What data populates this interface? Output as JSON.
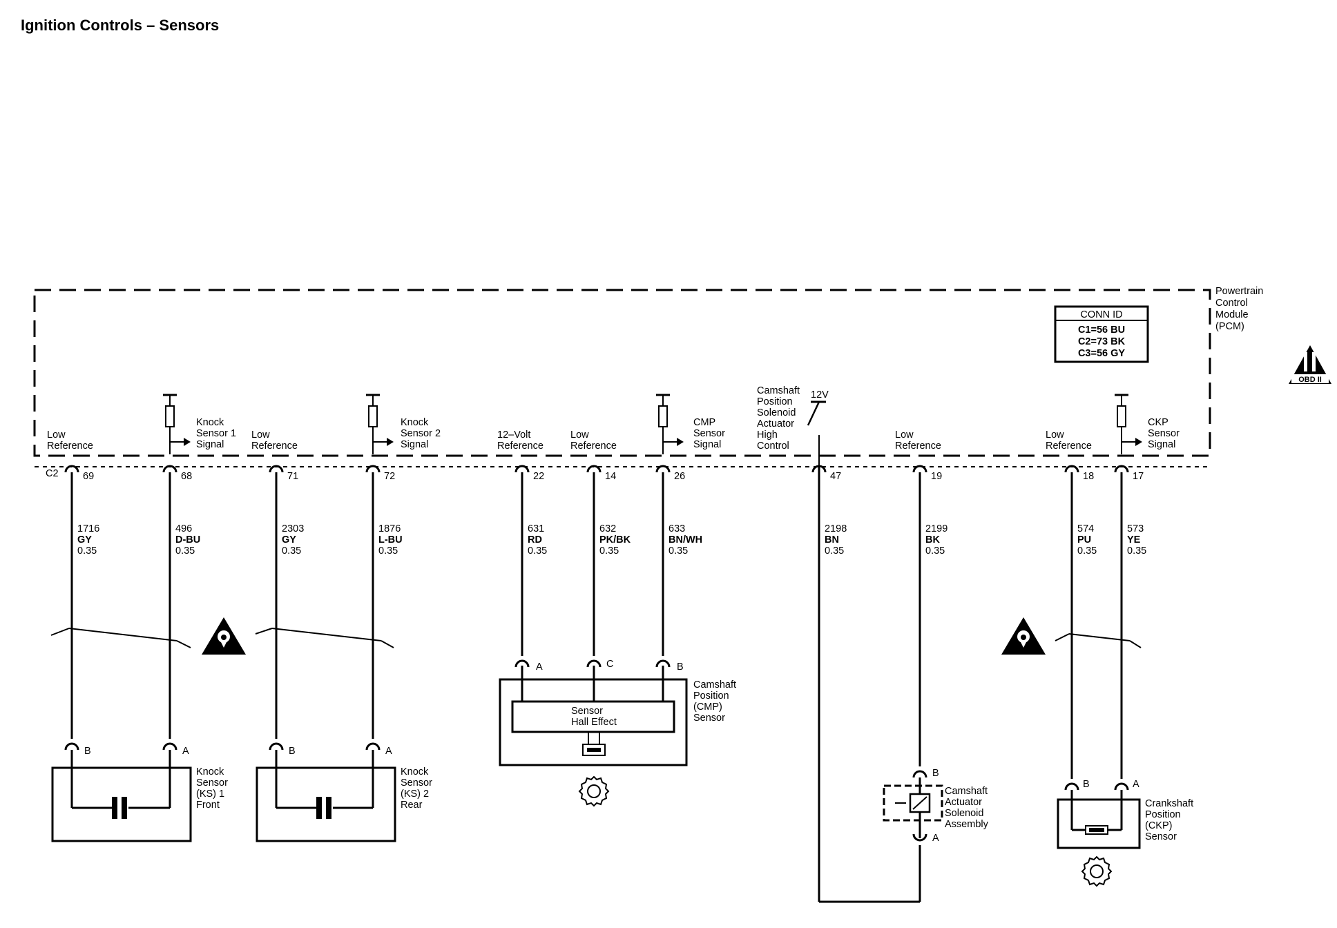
{
  "title": "Ignition Controls – Sensors",
  "pcm": {
    "name_lines": [
      "Powertrain",
      "Control",
      "Module",
      "(PCM)"
    ],
    "connector_label": "C2",
    "conn_id": {
      "header": "CONN ID",
      "rows": [
        "C1=56 BU",
        "C2=73 BK",
        "C3=56 GY"
      ]
    },
    "obd_label": "OBD II",
    "pin_labels": {
      "low_reference": [
        "Low",
        "Reference"
      ],
      "ks1_signal": [
        "Knock",
        "Sensor 1",
        "Signal"
      ],
      "ks2_signal": [
        "Knock",
        "Sensor 2",
        "Signal"
      ],
      "volt12_reference": [
        "12–Volt",
        "Reference"
      ],
      "cmp_signal": [
        "CMP",
        "Sensor",
        "Signal"
      ],
      "cam_actuator_control": [
        "Camshaft",
        "Position",
        "Solenoid",
        "Actuator",
        "High",
        "Control"
      ],
      "ckp_signal": [
        "CKP",
        "Sensor",
        "Signal"
      ],
      "supply_12v": "12V"
    }
  },
  "circuits": [
    {
      "pin": "69",
      "circuit": "1716",
      "color": "GY",
      "gauge": "0.35"
    },
    {
      "pin": "68",
      "circuit": "496",
      "color": "D-BU",
      "gauge": "0.35"
    },
    {
      "pin": "71",
      "circuit": "2303",
      "color": "GY",
      "gauge": "0.35"
    },
    {
      "pin": "72",
      "circuit": "1876",
      "color": "L-BU",
      "gauge": "0.35"
    },
    {
      "pin": "22",
      "circuit": "631",
      "color": "RD",
      "gauge": "0.35"
    },
    {
      "pin": "14",
      "circuit": "632",
      "color": "PK/BK",
      "gauge": "0.35"
    },
    {
      "pin": "26",
      "circuit": "633",
      "color": "BN/WH",
      "gauge": "0.35"
    },
    {
      "pin": "47",
      "circuit": "2198",
      "color": "BN",
      "gauge": "0.35"
    },
    {
      "pin": "19",
      "circuit": "2199",
      "color": "BK",
      "gauge": "0.35"
    },
    {
      "pin": "18",
      "circuit": "574",
      "color": "PU",
      "gauge": "0.35"
    },
    {
      "pin": "17",
      "circuit": "573",
      "color": "YE",
      "gauge": "0.35"
    }
  ],
  "components": {
    "ks1": {
      "name_lines": [
        "Knock",
        "Sensor",
        "(KS) 1",
        "Front"
      ],
      "pins": [
        "B",
        "A"
      ]
    },
    "ks2": {
      "name_lines": [
        "Knock",
        "Sensor",
        "(KS) 2",
        "Rear"
      ],
      "pins": [
        "B",
        "A"
      ]
    },
    "cmp": {
      "name_lines": [
        "Camshaft",
        "Position",
        "(CMP)",
        "Sensor"
      ],
      "inner_lines": [
        "Sensor",
        "Hall Effect"
      ],
      "pins": [
        "A",
        "C",
        "B"
      ]
    },
    "cam_solenoid": {
      "name_lines": [
        "Camshaft",
        "Actuator",
        "Solenoid",
        "Assembly"
      ],
      "pins": [
        "B",
        "A"
      ]
    },
    "ckp": {
      "name_lines": [
        "Crankshaft",
        "Position",
        "(CKP)",
        "Sensor"
      ],
      "pins": [
        "B",
        "A"
      ]
    }
  },
  "colors": {
    "line": "#000000",
    "background": "#ffffff"
  }
}
